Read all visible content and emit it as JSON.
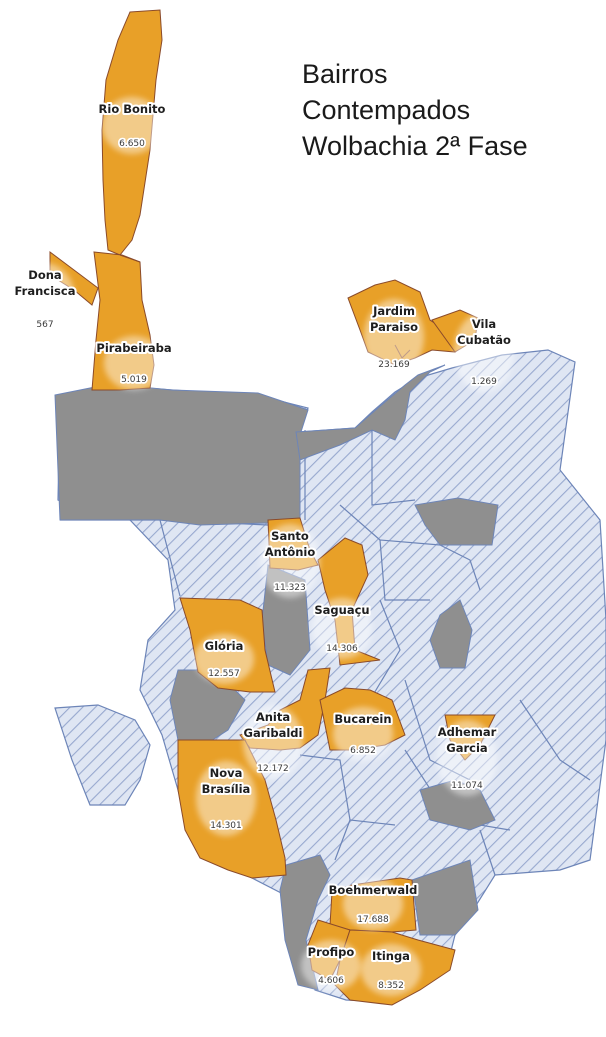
{
  "title": {
    "line1": "Bairros",
    "line2": "Contempados",
    "line3": "Wolbachia 2ª Fase"
  },
  "colors": {
    "selected": "#e8a028",
    "grey": "#8f8f8f",
    "hatch_bg": "#dfe6f3",
    "hatch_line": "#98a9cf",
    "border": "#6d85b8"
  },
  "neighborhoods": [
    {
      "name": "Rio Bonito",
      "value": "6.650"
    },
    {
      "name": "Dona Francisca",
      "name_line1": "Dona",
      "name_line2": "Francisca",
      "value": "567"
    },
    {
      "name": "Pirabeiraba",
      "value": "5.019"
    },
    {
      "name": "Jardim Paraiso",
      "name_line1": "Jardim",
      "name_line2": "Paraiso",
      "value": "23.169"
    },
    {
      "name": "Vila Cubatão",
      "name_line1": "Vila",
      "name_line2": "Cubatão",
      "value": "1.269"
    },
    {
      "name": "Santo Antônio",
      "name_line1": "Santo",
      "name_line2": "Antônio",
      "value": "11.323"
    },
    {
      "name": "Saguaçu",
      "value": "14.306"
    },
    {
      "name": "Glória",
      "value": "12.557"
    },
    {
      "name": "Anita Garibaldi",
      "name_line1": "Anita",
      "name_line2": "Garibaldi",
      "value": "12.172"
    },
    {
      "name": "Bucarein",
      "value": "6.852"
    },
    {
      "name": "Adhemar Garcia",
      "name_line1": "Adhemar",
      "name_line2": "Garcia",
      "value": "11.074"
    },
    {
      "name": "Nova Brasília",
      "name_line1": "Nova",
      "name_line2": "Brasília",
      "value": "14.301"
    },
    {
      "name": "Boehmerwald",
      "value": "17.688"
    },
    {
      "name": "Profipo",
      "value": "4.606"
    },
    {
      "name": "Itinga",
      "value": "8.352"
    }
  ]
}
